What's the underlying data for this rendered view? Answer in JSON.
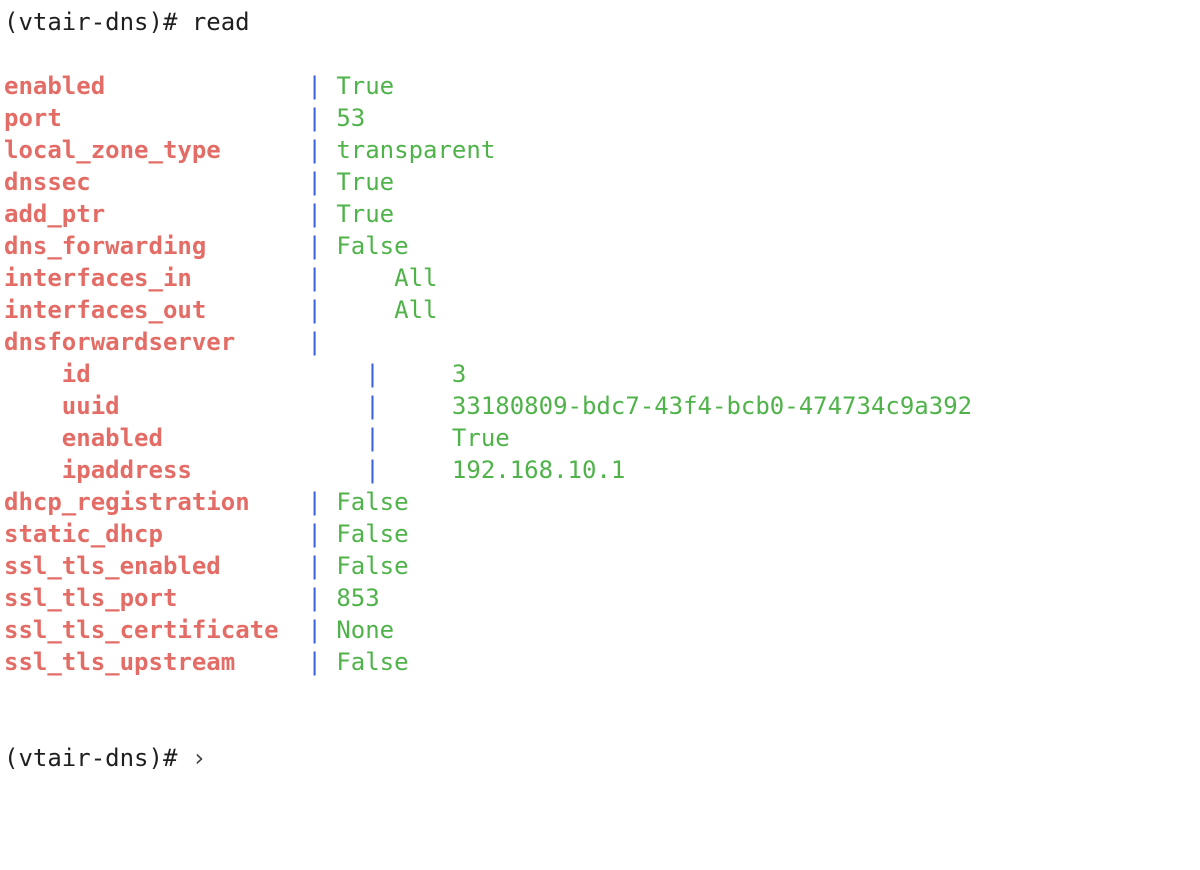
{
  "command_line": {
    "prompt": "(vtair-dns)#",
    "command": "read"
  },
  "output": {
    "separator": "|",
    "fields": [
      {
        "key": "enabled",
        "value": "True"
      },
      {
        "key": "port",
        "value": "53"
      },
      {
        "key": "local_zone_type",
        "value": "transparent"
      },
      {
        "key": "dnssec",
        "value": "True"
      },
      {
        "key": "add_ptr",
        "value": "True"
      },
      {
        "key": "dns_forwarding",
        "value": "False"
      },
      {
        "key": "interfaces_in",
        "value": "All"
      },
      {
        "key": "interfaces_out",
        "value": "All"
      }
    ],
    "forward_server": {
      "key": "dnsforwardserver",
      "children": [
        {
          "key": "id",
          "value": "3"
        },
        {
          "key": "uuid",
          "value": "33180809-bdc7-43f4-bcb0-474734c9a392"
        },
        {
          "key": "enabled",
          "value": "True"
        },
        {
          "key": "ipaddress",
          "value": "192.168.10.1"
        }
      ]
    },
    "fields_after": [
      {
        "key": "dhcp_registration",
        "value": "False"
      },
      {
        "key": "static_dhcp",
        "value": "False"
      },
      {
        "key": "ssl_tls_enabled",
        "value": "False"
      },
      {
        "key": "ssl_tls_port",
        "value": "853"
      },
      {
        "key": "ssl_tls_certificate",
        "value": "None"
      },
      {
        "key": "ssl_tls_upstream",
        "value": "False"
      }
    ]
  },
  "current_prompt": {
    "prompt": "(vtair-dns)#",
    "cursor": "›"
  },
  "colors": {
    "key": "#e36d66",
    "separator": "#3a5fd9",
    "value": "#4fb34a",
    "text": "#1f1f1f",
    "background": "#ffffff"
  }
}
